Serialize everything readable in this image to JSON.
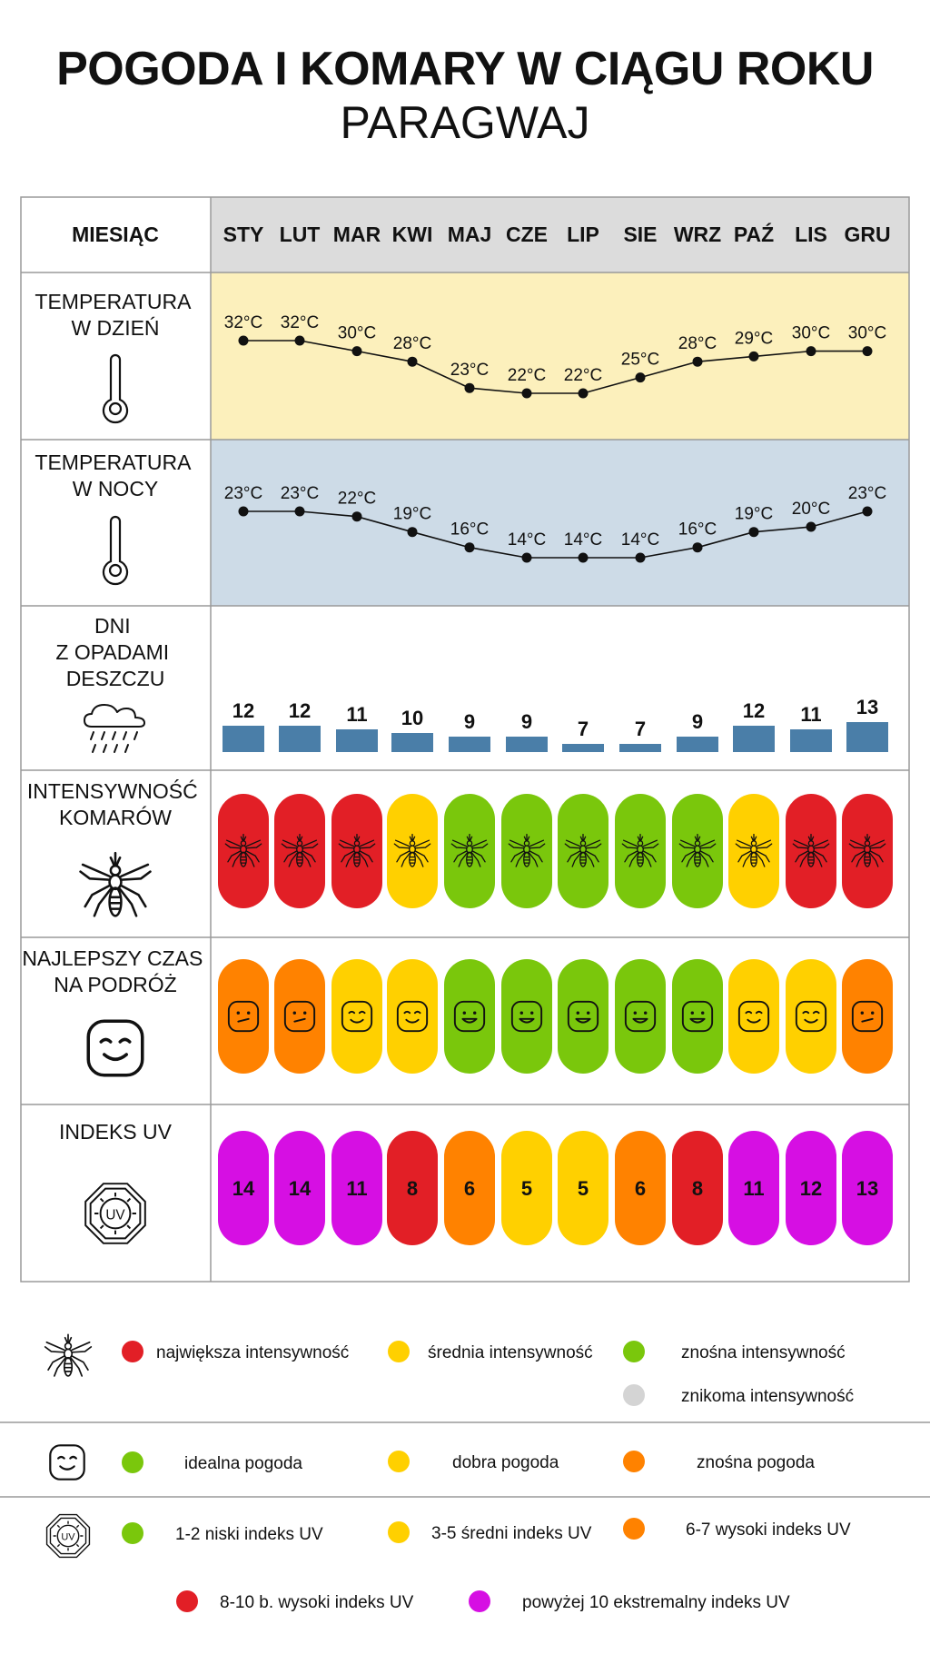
{
  "title": "POGODA I KOMARY W CIĄGU ROKU",
  "subtitle": "PARAGWAJ",
  "row_labels": {
    "month": "MIESIĄC",
    "day_temp": [
      "TEMPERATURA",
      "W DZIEŃ"
    ],
    "night_temp": [
      "TEMPERATURA",
      "W NOCY"
    ],
    "rain": [
      "DNI",
      "Z OPADAMI",
      "DESZCZU"
    ],
    "mosquito": [
      "INTENSYWNOŚĆ",
      "KOMARÓW"
    ],
    "travel": [
      "NAJLEPSZY CZAS",
      "NA PODRÓŻ"
    ],
    "uv": [
      "INDEKS UV"
    ]
  },
  "colors": {
    "red": "#e21f26",
    "yellow": "#ffd000",
    "green": "#7ac70c",
    "grey": "#d4d4d4",
    "orange": "#ff8200",
    "magenta": "#d60fe3",
    "bar": "#4a7ea8",
    "day_bg": "#fcf0bc",
    "night_bg": "#cddbe7",
    "header_bg": "#dcdcdc"
  },
  "chart_data": {
    "type": "table",
    "months": [
      "STY",
      "LUT",
      "MAR",
      "KWI",
      "MAJ",
      "CZE",
      "LIP",
      "SIE",
      "WRZ",
      "PAŹ",
      "LIS",
      "GRU"
    ],
    "day_temp_c": [
      32,
      32,
      30,
      28,
      23,
      22,
      22,
      25,
      28,
      29,
      30,
      30
    ],
    "day_temp_labels": [
      "32°C",
      "32°C",
      "30°C",
      "28°C",
      "23°C",
      "22°C",
      "22°C",
      "25°C",
      "28°C",
      "29°C",
      "30°C",
      "30°C"
    ],
    "night_temp_c": [
      23,
      23,
      22,
      19,
      16,
      14,
      14,
      14,
      16,
      19,
      20,
      23
    ],
    "night_temp_labels": [
      "23°C",
      "23°C",
      "22°C",
      "19°C",
      "16°C",
      "14°C",
      "14°C",
      "14°C",
      "16°C",
      "19°C",
      "20°C",
      "23°C"
    ],
    "rain_days": [
      12,
      12,
      11,
      10,
      9,
      9,
      7,
      7,
      9,
      12,
      11,
      13
    ],
    "mosquito_intensity": [
      "red",
      "red",
      "red",
      "yellow",
      "green",
      "green",
      "green",
      "green",
      "green",
      "yellow",
      "red",
      "red"
    ],
    "travel_rating": [
      "orange",
      "orange",
      "yellow",
      "yellow",
      "green",
      "green",
      "green",
      "green",
      "green",
      "yellow",
      "yellow",
      "orange"
    ],
    "uv_index": [
      14,
      14,
      11,
      8,
      6,
      5,
      5,
      6,
      8,
      11,
      12,
      13
    ]
  },
  "legend": {
    "mosquito": [
      {
        "color": "red",
        "text": "największa intensywność"
      },
      {
        "color": "yellow",
        "text": "średnia intensywność"
      },
      {
        "color": "green",
        "text": "znośna intensywność"
      },
      {
        "color": "grey",
        "text": "znikoma intensywność"
      }
    ],
    "weather": [
      {
        "color": "green",
        "text": "idealna pogoda"
      },
      {
        "color": "yellow",
        "text": "dobra pogoda"
      },
      {
        "color": "orange",
        "text": "znośna pogoda"
      }
    ],
    "uv": [
      {
        "color": "green",
        "text": "1-2 niski indeks UV"
      },
      {
        "color": "yellow",
        "text": "3-5 średni indeks UV"
      },
      {
        "color": "orange",
        "text": "6-7 wysoki indeks UV"
      },
      {
        "color": "red",
        "text": "8-10 b. wysoki indeks UV"
      },
      {
        "color": "magenta",
        "text": "powyżej 10 ekstremalny indeks UV"
      }
    ],
    "uv_badge_text": "UV"
  }
}
